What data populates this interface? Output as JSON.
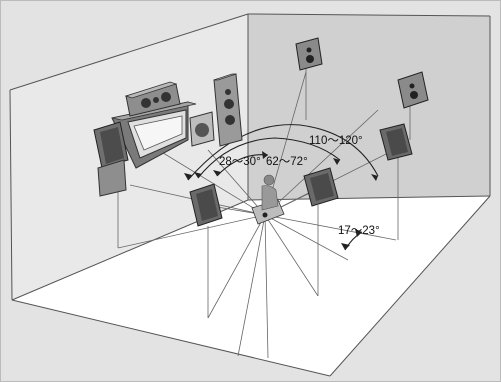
{
  "diagram": {
    "angles": [
      {
        "id": "center-surround-angle",
        "text": "28～30°"
      },
      {
        "id": "front-angle",
        "text": "62～72°"
      },
      {
        "id": "rear-angle",
        "text": "110～120°"
      },
      {
        "id": "elevation-angle",
        "text": "17～23°"
      }
    ],
    "colors": {
      "background": "#e3e3e3",
      "room_back_wall": "#d6d6d6",
      "room_left_wall": "#ececec",
      "floor": "#ffffff",
      "speaker_dark": "#5b5b5b",
      "speaker_mid": "#8a8a8a",
      "speaker_light": "#b9b9b9",
      "line": "#444444"
    }
  }
}
